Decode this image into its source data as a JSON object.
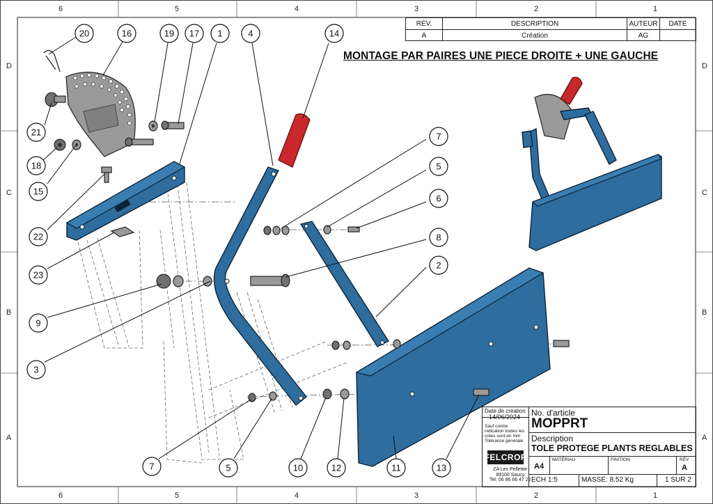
{
  "zones": {
    "columns": [
      "6",
      "5",
      "4",
      "3",
      "2",
      "1"
    ],
    "rows": [
      "D",
      "C",
      "B",
      "A"
    ]
  },
  "revision_table": {
    "headers": [
      "RÉV.",
      "DESCRIPTION",
      "AUTEUR",
      "DATE"
    ],
    "rows": [
      [
        "A",
        "Création",
        "AG",
        ""
      ]
    ]
  },
  "note": "MONTAGE PAR PAIRES UNE PIECE DROITE + UNE GAUCHE",
  "balloons": [
    "20",
    "16",
    "19",
    "17",
    "1",
    "4",
    "14",
    "21",
    "18",
    "15",
    "22",
    "23",
    "9",
    "3",
    "7",
    "5",
    "6",
    "8",
    "2",
    "7",
    "5",
    "10",
    "12",
    "11",
    "13"
  ],
  "title_block": {
    "date_label": "Date de création",
    "date": "14/06/2024",
    "tolerance_note": [
      "Sauf contre",
      "indication toutes les",
      "cotes sont en mm",
      "Tolérance générale"
    ],
    "article_label": "No. d'article",
    "article": "MOPPRT",
    "description_label": "Description",
    "description": "TOLE PROTEGE PLANTS REGLABLES",
    "logo": "FELCROP",
    "address": [
      "ZA Les Pelletier",
      "89100 Saucy",
      "Tel: 06 86 66 47 22"
    ],
    "format": "A4",
    "materiau_label": "MATÉRIAU",
    "finition_label": "FINITION",
    "rev_label": "RÉV",
    "rev": "A",
    "scale": "ECH 1:5",
    "mass": "MASSE: 8.52 Kg",
    "sheet": "1 SUR 2"
  },
  "colors": {
    "part_blue": "#2e6d9e",
    "handle_red": "#c8282b",
    "plate_grey": "#9a9a9a"
  }
}
